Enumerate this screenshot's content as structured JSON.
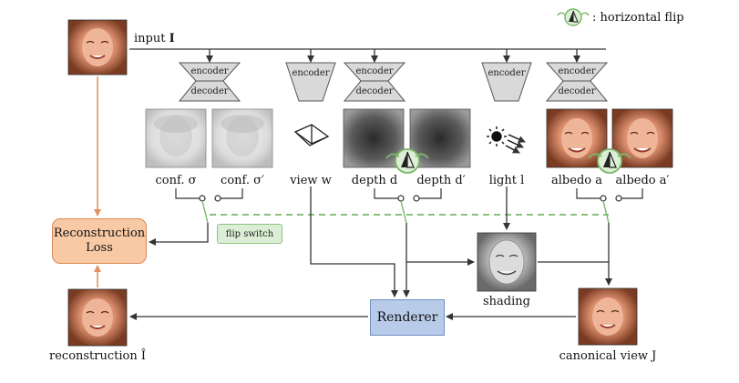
{
  "legend": {
    "flip_label": ": horizontal flip"
  },
  "input": {
    "label_text": "input ",
    "label_symbol": "I"
  },
  "encoders": {
    "conf": {
      "encoder": "encoder",
      "decoder": "decoder"
    },
    "view": {
      "encoder": "encoder"
    },
    "depth": {
      "encoder": "encoder",
      "decoder": "decoder"
    },
    "light": {
      "encoder": "encoder"
    },
    "albedo": {
      "encoder": "encoder",
      "decoder": "decoder"
    }
  },
  "labels": {
    "conf": "conf. σ",
    "conf_prime": "conf. σ′",
    "view": "view w",
    "depth": "depth d",
    "depth_prime": "depth d′",
    "light": "light l",
    "albedo": "albedo a",
    "albedo_prime": "albedo a′",
    "shading": "shading",
    "canonical": "canonical view J",
    "reconstruction": "reconstruction Î"
  },
  "boxes": {
    "reconstruction_loss": "Reconstruction Loss",
    "renderer": "Renderer",
    "flip_switch": "flip switch"
  },
  "colors": {
    "loss_fill": "#f7c9a5",
    "loss_border": "#d98a54",
    "renderer_fill": "#b8cbe8",
    "renderer_border": "#6f90c4",
    "flip_green": "#7ab86a",
    "flip_switch_fill": "#dcefd6",
    "arrow_dark": "#333333",
    "arrow_orange": "#e0915c"
  },
  "icons": {
    "flip": "horizontal-flip-icon",
    "camera": "camera-frustum-icon",
    "light": "light-sun-icon"
  }
}
